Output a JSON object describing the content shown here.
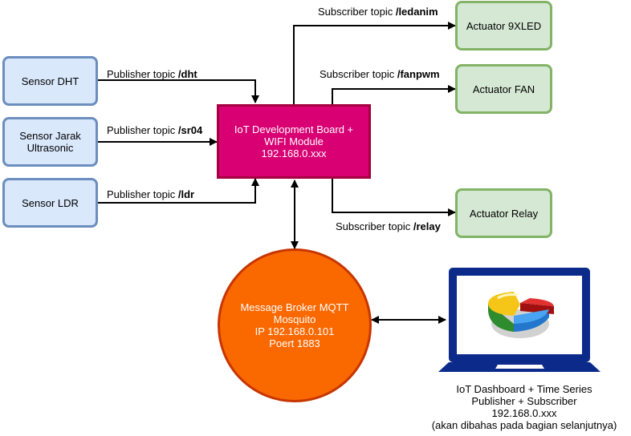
{
  "sensors": {
    "dht": "Sensor DHT",
    "jarak_line1": "Sensor Jarak",
    "jarak_line2": "Ultrasonic",
    "ldr": "Sensor LDR"
  },
  "publishers": {
    "prefix": "Publisher topic ",
    "dht_topic": "/dht",
    "sr04_topic": "/sr04",
    "ldr_topic": "/ldr"
  },
  "board": {
    "line1": "IoT Development Board +",
    "line2": "WIFI Module",
    "line3": "192.168.0.xxx"
  },
  "subscribers": {
    "prefix": "Subscriber topic ",
    "ledanim_topic": "/ledanim",
    "fanpwm_topic": "/fanpwm",
    "relay_topic": "/relay"
  },
  "actuators": {
    "led": "Actuator 9XLED",
    "fan": "Actuator FAN",
    "relay": "Actuator Relay"
  },
  "broker": {
    "line1": "Message Broker MQTT",
    "line2": "Mosquito",
    "line3": "IP 192.168.0.101",
    "line4": "Poert 1883"
  },
  "dashboard": {
    "line1": "IoT Dashboard + Time Series",
    "line2": "Publisher + Subscriber",
    "line3": "192.168.0.xxx",
    "line4": "(akan dibahas pada bagian selanjutnya)"
  },
  "colors": {
    "sensor_fill": "#dae8fc",
    "actuator_fill": "#d5e8d4",
    "board_fill": "#d80073",
    "broker_fill": "#fa6800",
    "laptop": "#0b2a8a"
  }
}
